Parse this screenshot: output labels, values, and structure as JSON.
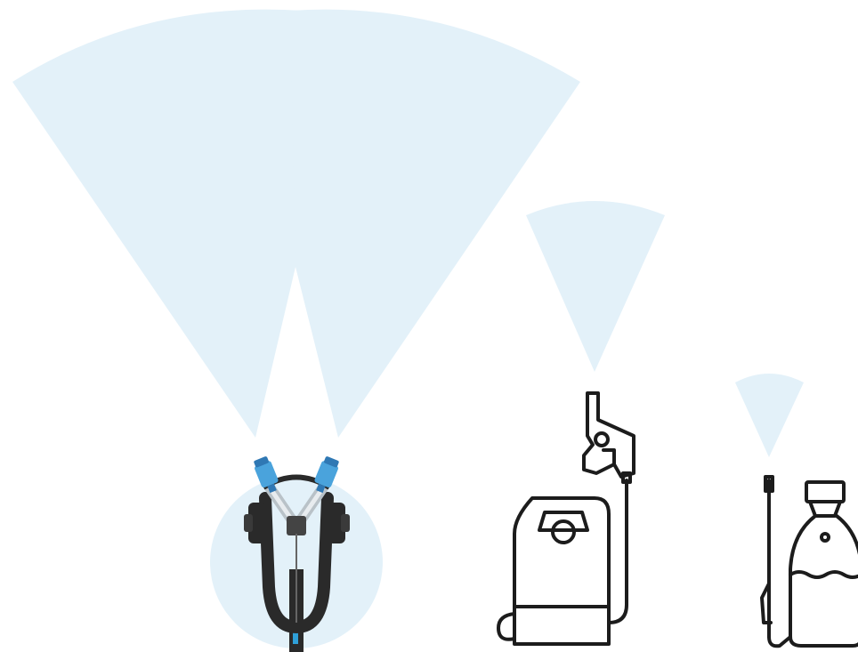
{
  "colors": {
    "spray": "#e3f1f9",
    "outline": "#1c1c1c",
    "nozzle": "#4aa3dc",
    "nozzle_dark": "#2f78b4",
    "frame": "#2a2a2a",
    "metal": "#b9c2c8"
  },
  "figure": {
    "items": [
      {
        "name": "dual-nozzle-sprayer",
        "spray": "wide-fan"
      },
      {
        "name": "backpack-sprayer",
        "spray": "medium-cone"
      },
      {
        "name": "handheld-pump-sprayer",
        "spray": "narrow-cone"
      }
    ]
  }
}
